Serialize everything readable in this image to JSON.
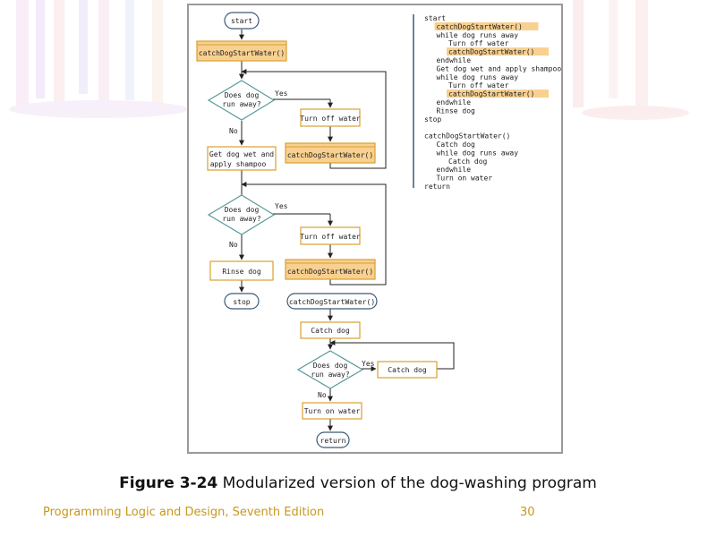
{
  "flowchart": {
    "start": "start",
    "call1": "catchDogStartWater()",
    "dec1_line1": "Does dog",
    "dec1_line2": "run away?",
    "yes": "Yes",
    "no": "No",
    "turn_off1": "Turn off water",
    "call2": "catchDogStartWater()",
    "wet_line1": "Get dog wet and",
    "wet_line2": "apply shampoo",
    "dec2_line1": "Does dog",
    "dec2_line2": "run away?",
    "turn_off2": "Turn off water",
    "rinse": "Rinse dog",
    "call3": "catchDogStartWater()",
    "stop": "stop",
    "module_header": "catchDogStartWater()",
    "catch1": "Catch dog",
    "dec3_line1": "Does dog",
    "dec3_line2": "run away?",
    "catch2": "Catch dog",
    "turn_on": "Turn on water",
    "return": "return"
  },
  "pseudocode": [
    {
      "text": "start",
      "indent": 0,
      "highlight": false
    },
    {
      "text": "catchDogStartWater()",
      "indent": 1,
      "highlight": true
    },
    {
      "text": "while dog runs away",
      "indent": 1,
      "highlight": false
    },
    {
      "text": "Turn off water",
      "indent": 2,
      "highlight": false
    },
    {
      "text": "catchDogStartWater()",
      "indent": 2,
      "highlight": true
    },
    {
      "text": "endwhile",
      "indent": 1,
      "highlight": false
    },
    {
      "text": "Get dog wet and apply shampoo",
      "indent": 1,
      "highlight": false
    },
    {
      "text": "while dog runs away",
      "indent": 1,
      "highlight": false
    },
    {
      "text": "Turn off water",
      "indent": 2,
      "highlight": false
    },
    {
      "text": "catchDogStartWater()",
      "indent": 2,
      "highlight": true
    },
    {
      "text": "endwhile",
      "indent": 1,
      "highlight": false
    },
    {
      "text": "Rinse dog",
      "indent": 1,
      "highlight": false
    },
    {
      "text": "stop",
      "indent": 0,
      "highlight": false
    },
    {
      "text": "",
      "indent": 0,
      "highlight": false
    },
    {
      "text": "catchDogStartWater()",
      "indent": 0,
      "highlight": false
    },
    {
      "text": "Catch dog",
      "indent": 1,
      "highlight": false
    },
    {
      "text": "while dog runs away",
      "indent": 1,
      "highlight": false
    },
    {
      "text": "Catch dog",
      "indent": 2,
      "highlight": false
    },
    {
      "text": "endwhile",
      "indent": 1,
      "highlight": false
    },
    {
      "text": "Turn on water",
      "indent": 1,
      "highlight": false
    },
    {
      "text": "return",
      "indent": 0,
      "highlight": false
    }
  ],
  "caption": {
    "label": "Figure 3-24",
    "text": " Modularized version of the dog-washing program"
  },
  "footer": {
    "book": "Programming Logic and Design, Seventh Edition",
    "page": "30"
  },
  "colors": {
    "box_border": "#d8a030",
    "highlight_fill": "#f8d090",
    "terminal_border": "#3c5a78",
    "decision_border": "#5a9a9a",
    "line": "#222222",
    "footer_text": "#c8971e"
  }
}
